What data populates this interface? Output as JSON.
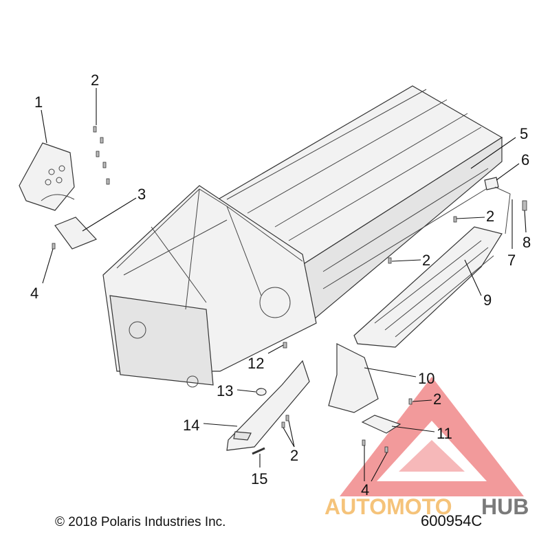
{
  "diagram": {
    "callouts": [
      "1",
      "2",
      "3",
      "4",
      "5",
      "6",
      "7",
      "8",
      "2",
      "2",
      "9",
      "10",
      "2",
      "11",
      "12",
      "13",
      "14",
      "2",
      "15",
      "4"
    ]
  },
  "footer": {
    "copyright": "© 2018 Polaris Industries Inc.",
    "part_code": "600954C"
  },
  "watermark": {
    "text_main": "AUTOMOTO",
    "text_accent": "HUB",
    "color_main": "#f5c37a",
    "color_accent": "#7a7a7a",
    "triangle_color": "#e8484b"
  }
}
